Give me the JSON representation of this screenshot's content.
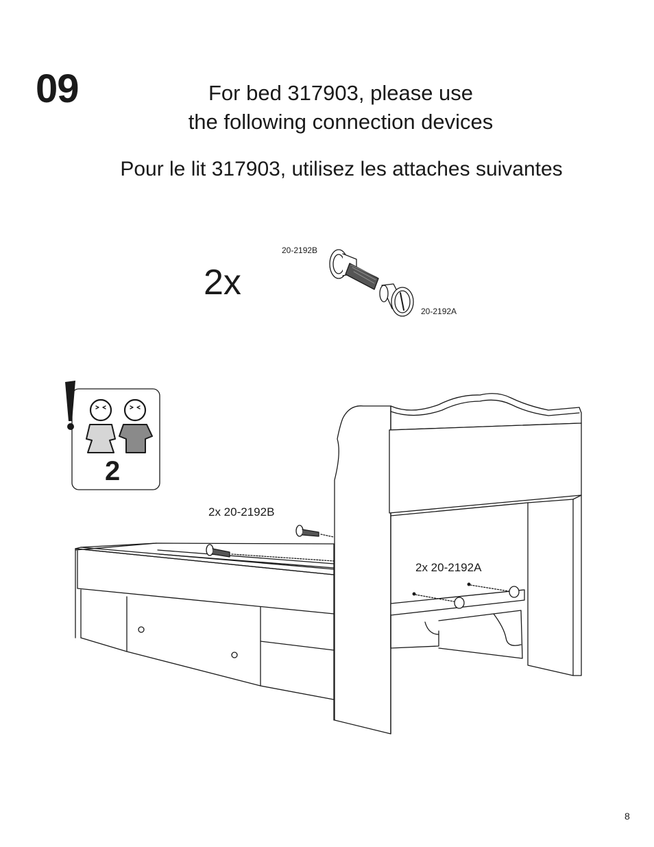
{
  "step": {
    "number": "09"
  },
  "title": {
    "en_line1": "For bed 317903, please use",
    "en_line2": "the following connection devices",
    "fr": "Pour le lit 317903, utilisez les attaches suivantes"
  },
  "hardware": {
    "quantity": "2x",
    "part_b": "20-2192B",
    "part_a": "20-2192A"
  },
  "warning": {
    "people_required": "2"
  },
  "callouts": {
    "b": "2x  20-2192B",
    "a": "2x  20-2192A"
  },
  "page": {
    "number": "8"
  }
}
